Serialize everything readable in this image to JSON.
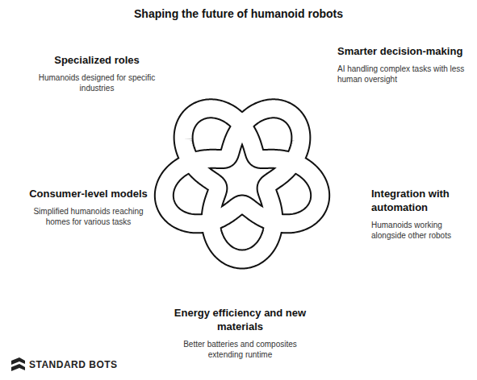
{
  "diagram": {
    "title": "Shaping the future of humanoid robots",
    "nodes": [
      {
        "text": [
          "Specialized roles",
          "Humanoids designed for specific industries"
        ]
      },
      {
        "text": [
          "Smarter decision-making",
          "AI handling complex tasks with less human oversight"
        ]
      },
      {
        "text": [
          "Consumer-level models",
          "Simplified humanoids reaching homes for various tasks"
        ]
      },
      {
        "text": [
          "Integration with automation",
          "Humanoids working alongside other robots"
        ]
      },
      {
        "text": [
          "Energy efficiency and new materials",
          "Better batteries and composites extending runtime"
        ]
      }
    ],
    "edges": [],
    "labels": [
      "STANDARD BOTS"
    ]
  }
}
